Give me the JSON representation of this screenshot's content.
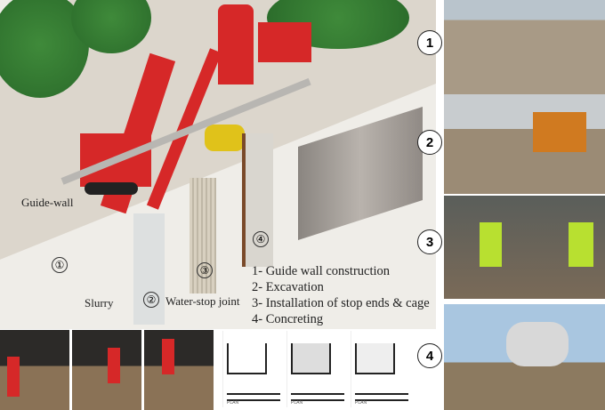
{
  "main_illustration": {
    "labels": {
      "guide_wall": "Guide-wall",
      "slurry": "Slurry",
      "water_stop_joint": "Water-stop joint"
    },
    "markers": [
      "①",
      "②",
      "③",
      "④"
    ],
    "steps": [
      "1- Guide wall construction",
      "2- Excavation",
      "3- Installation of stop ends & cage",
      "4- Concreting"
    ]
  },
  "photo_markers": [
    "1",
    "2",
    "3",
    "4"
  ],
  "plan_diagrams": {
    "plan_label": "PLAN"
  }
}
